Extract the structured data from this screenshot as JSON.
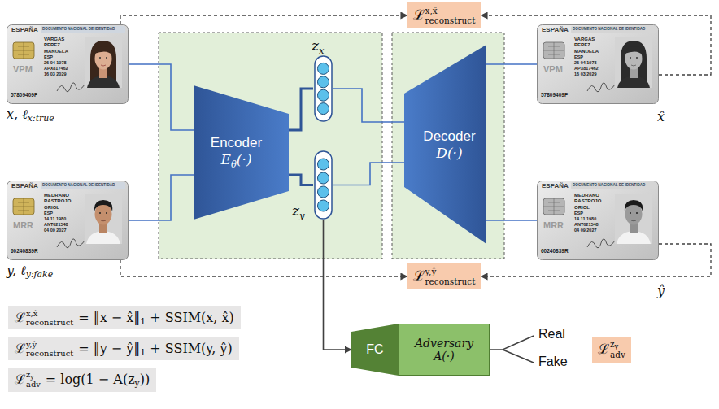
{
  "diagram": {
    "nodes": [
      {
        "text": [
          "ℒ",
          "x,x̂",
          "reconstruct"
        ]
      },
      {
        "text": [
          "ESPAÑA",
          "DOCUMENTO NACIONAL DE IDENTIDAD",
          "VARGAS",
          "PEREZ",
          "MANUELA",
          "ESP",
          "26 04 1978",
          "APX817462",
          "16 03 2029",
          "VPM",
          "57809409F",
          "x, ℓ",
          "x:true"
        ]
      },
      {
        "text": [
          "ESPAÑA",
          "DOCUMENTO NACIONAL DE IDENTIDAD",
          "MEDRANO",
          "RASTROJO",
          "ORIOL",
          "ESP",
          "14 11 1980",
          "ANT621548",
          "04 09 2027",
          "MRR",
          "60240839R",
          "y, ℓ",
          "y:fake"
        ]
      },
      {
        "text": [
          "Encoder",
          "E",
          "θ",
          "(·)"
        ]
      },
      {
        "text": [
          "z",
          "x"
        ]
      },
      {
        "text": [
          "z",
          "y"
        ]
      },
      {
        "text": [
          "Decoder",
          "D(·)"
        ]
      },
      {
        "text": [
          "ESPAÑA",
          "DOCUMENTO NACIONAL DE IDENTIDAD",
          "VARGAS",
          "PEREZ",
          "MANUELA",
          "ESP",
          "26 04 1978",
          "APX817462",
          "16 03 2029",
          "VPM",
          "57809409F",
          "x̂"
        ]
      },
      {
        "text": [
          "ESPAÑA",
          "DOCUMENTO NACIONAL DE IDENTIDAD",
          "MEDRANO",
          "RASTROJO",
          "ORIOL",
          "ESP",
          "14 11 1980",
          "ANT621548",
          "04 09 2027",
          "MRR",
          "60240839R",
          "ŷ"
        ]
      },
      {
        "text": [
          "ℒ",
          "y,ŷ",
          "reconstruct"
        ]
      },
      {
        "text": [
          "FC"
        ]
      },
      {
        "text": [
          "Adversary",
          "A(·)"
        ]
      },
      {
        "text": [
          "ℒ",
          "z",
          "y",
          "adv"
        ]
      },
      {
        "text": [
          "ℒ",
          "x,x̂",
          "reconstruct",
          "= ‖x − x̂‖",
          "1",
          "+ SSIM(x, x̂)"
        ]
      },
      {
        "text": [
          "ℒ",
          "y,ŷ",
          "reconstruct",
          "= ‖y − ŷ‖",
          "1",
          "+ SSIM(y, ŷ)"
        ]
      },
      {
        "text": [
          "ℒ",
          "z",
          "y",
          "adv",
          "= log(1 − A(",
          "z",
          "y",
          "))"
        ]
      }
    ],
    "edges": [
      {
        "from": 1,
        "to": 3,
        "arrow": "none"
      },
      {
        "from": 2,
        "to": 3,
        "arrow": "none"
      },
      {
        "from": 3,
        "to": 4,
        "arrow": "none"
      },
      {
        "from": 3,
        "to": 5,
        "arrow": "none"
      },
      {
        "from": 4,
        "to": 6,
        "arrow": "none"
      },
      {
        "from": 5,
        "to": 6,
        "arrow": "none"
      },
      {
        "from": 6,
        "to": 7,
        "arrow": "none"
      },
      {
        "from": 6,
        "to": 8,
        "arrow": "none"
      },
      {
        "from": 5,
        "to": 10,
        "arrow": "to"
      },
      {
        "from": 1,
        "to": 0,
        "arrow": "to"
      },
      {
        "from": 7,
        "to": 0,
        "arrow": "to"
      },
      {
        "from": 2,
        "to": 9,
        "arrow": "to"
      },
      {
        "from": 8,
        "to": 9,
        "arrow": "to"
      }
    ],
    "labels": [
      "Real",
      "Fake"
    ]
  }
}
